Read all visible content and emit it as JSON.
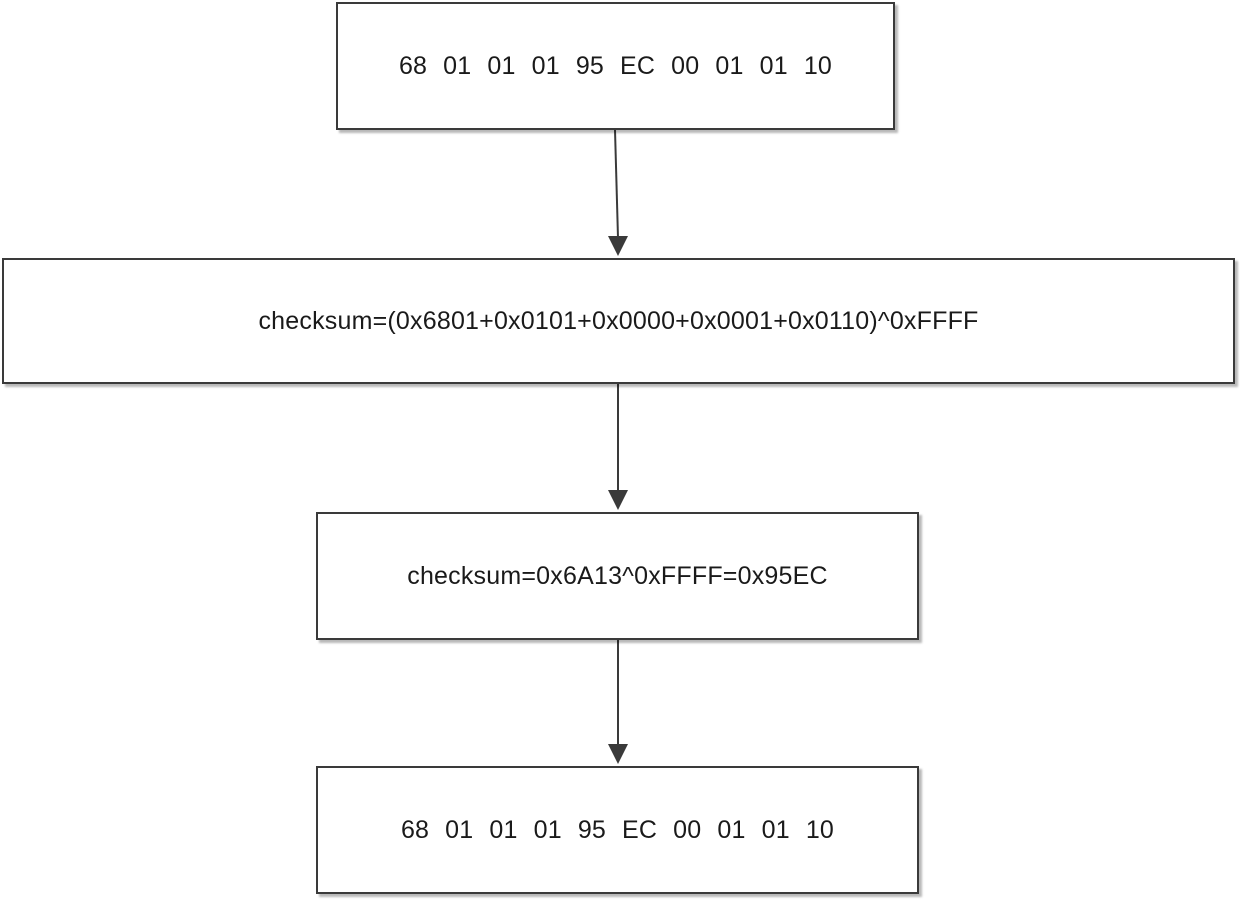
{
  "flow": {
    "input_frame": [
      "68",
      "01",
      "01",
      "01",
      "95",
      "EC",
      "00",
      "01",
      "01",
      "10"
    ],
    "formula": "checksum=(0x6801+0x0101+0x0000+0x0001+0x0110)^0xFFFF",
    "result": "checksum=0x6A13^0xFFFF=0x95EC",
    "output_frame": [
      "68",
      "01",
      "01",
      "01",
      "95",
      "EC",
      "00",
      "01",
      "01",
      "10"
    ]
  },
  "colors": {
    "border": "#3a3a3a",
    "arrow": "#3a3a3a",
    "text": "#1a1a1a"
  }
}
